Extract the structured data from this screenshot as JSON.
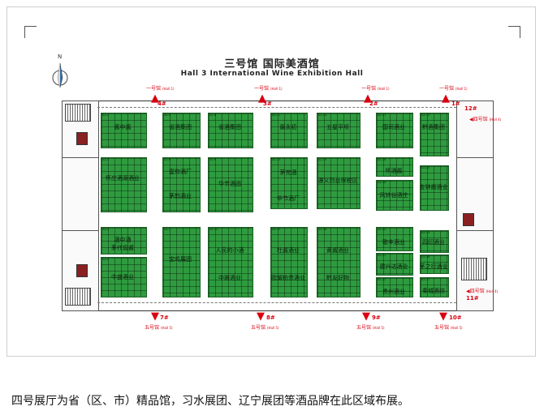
{
  "title_cn": "三号馆    国际美酒馆",
  "title_en": "Hall 3    International Wine Exhibition Hall",
  "compass_label": "N",
  "entrances_top": [
    {
      "label": "一号馆",
      "sub": "(Hall 1)",
      "gate": "4#"
    },
    {
      "label": "一号馆",
      "sub": "(Hall 1)",
      "gate": "3#"
    },
    {
      "label": "一号馆",
      "sub": "(Hall 1)",
      "gate": "2#"
    },
    {
      "label": "一号馆",
      "sub": "(Hall 1)",
      "gate": "1#"
    }
  ],
  "entrances_bottom": [
    {
      "label": "五号馆",
      "sub": "(Hall 5)",
      "gate": "7#"
    },
    {
      "label": "五号馆",
      "sub": "(Hall 5)",
      "gate": "8#"
    },
    {
      "label": "五号馆",
      "sub": "(Hall 5)",
      "gate": "9#"
    },
    {
      "label": "五号馆",
      "sub": "(Hall 5)",
      "gate": "10#"
    }
  ],
  "entrances_right": [
    {
      "label": "四号馆",
      "sub": "(Hall 4)",
      "gate": "12#"
    },
    {
      "label": "四号馆",
      "sub": "(Hall 4)",
      "gate": "11#"
    }
  ],
  "booths": {
    "b1": "酱中酱",
    "b2": "怀庄酒源酒业",
    "b3": "酒中酒",
    "b3b": "茅代窖酱",
    "b4": "中盛酒业",
    "b5": "省酒集团",
    "b6": "壹你酒厂",
    "b7": "茅韵酒业",
    "b8": "宝鸡展团",
    "b9": "省酒集团",
    "b10": "华节酒团",
    "b11": "人民的小酒",
    "b12": "中雅酒业",
    "b13": "最永初",
    "b14": "茅完酒",
    "b15": "毕节酒厂",
    "b16": "杜酱酒业",
    "b17": "欧耀柏贵酒业",
    "b18": "五星平坝",
    "b19": "遵义烈台保税区",
    "b20": "黄酱酒业",
    "b21": "黔友好物",
    "b22": "国司酒业",
    "b23": "怀酒酱",
    "b24": "风铃谷酒庄",
    "b25": "歌丰酒业",
    "b26": "建兴达酒业",
    "b27": "贵州酒业",
    "b28": "黔酒集团",
    "b29": "金钟酱酒业",
    "b30": "四印酒业",
    "b31": "茅之行酒业",
    "b32": "秦城酒坊"
  },
  "booth_codes": {
    "b1": "A2-1",
    "b2": "A2-2",
    "b3": "A2-3",
    "b4": "A2-4",
    "b5": "A2-5",
    "b6": "A2-6",
    "b8": "A2-7",
    "b9": "A2-8",
    "b10": "A2-9",
    "b11": "A2-10",
    "b13": "A2-11",
    "b14": "A2-12",
    "b16": "A2-13",
    "b18": "A2-14",
    "b19": "A2-15",
    "b20": "A2-16",
    "b22": "A2-17",
    "b23": "A2-18",
    "b24": "A2-19",
    "b25": "A2-20",
    "b26": "A2-21",
    "b27": "A2-22",
    "b28": "A2-23",
    "b29": "A2-24",
    "b30": "A2-25",
    "b31": "A2-26",
    "b32": "A2-27"
  },
  "caption": "四号展厅为省（区、市）精品馆，习水展团、辽宁展团等酒品牌在此区域布展。"
}
